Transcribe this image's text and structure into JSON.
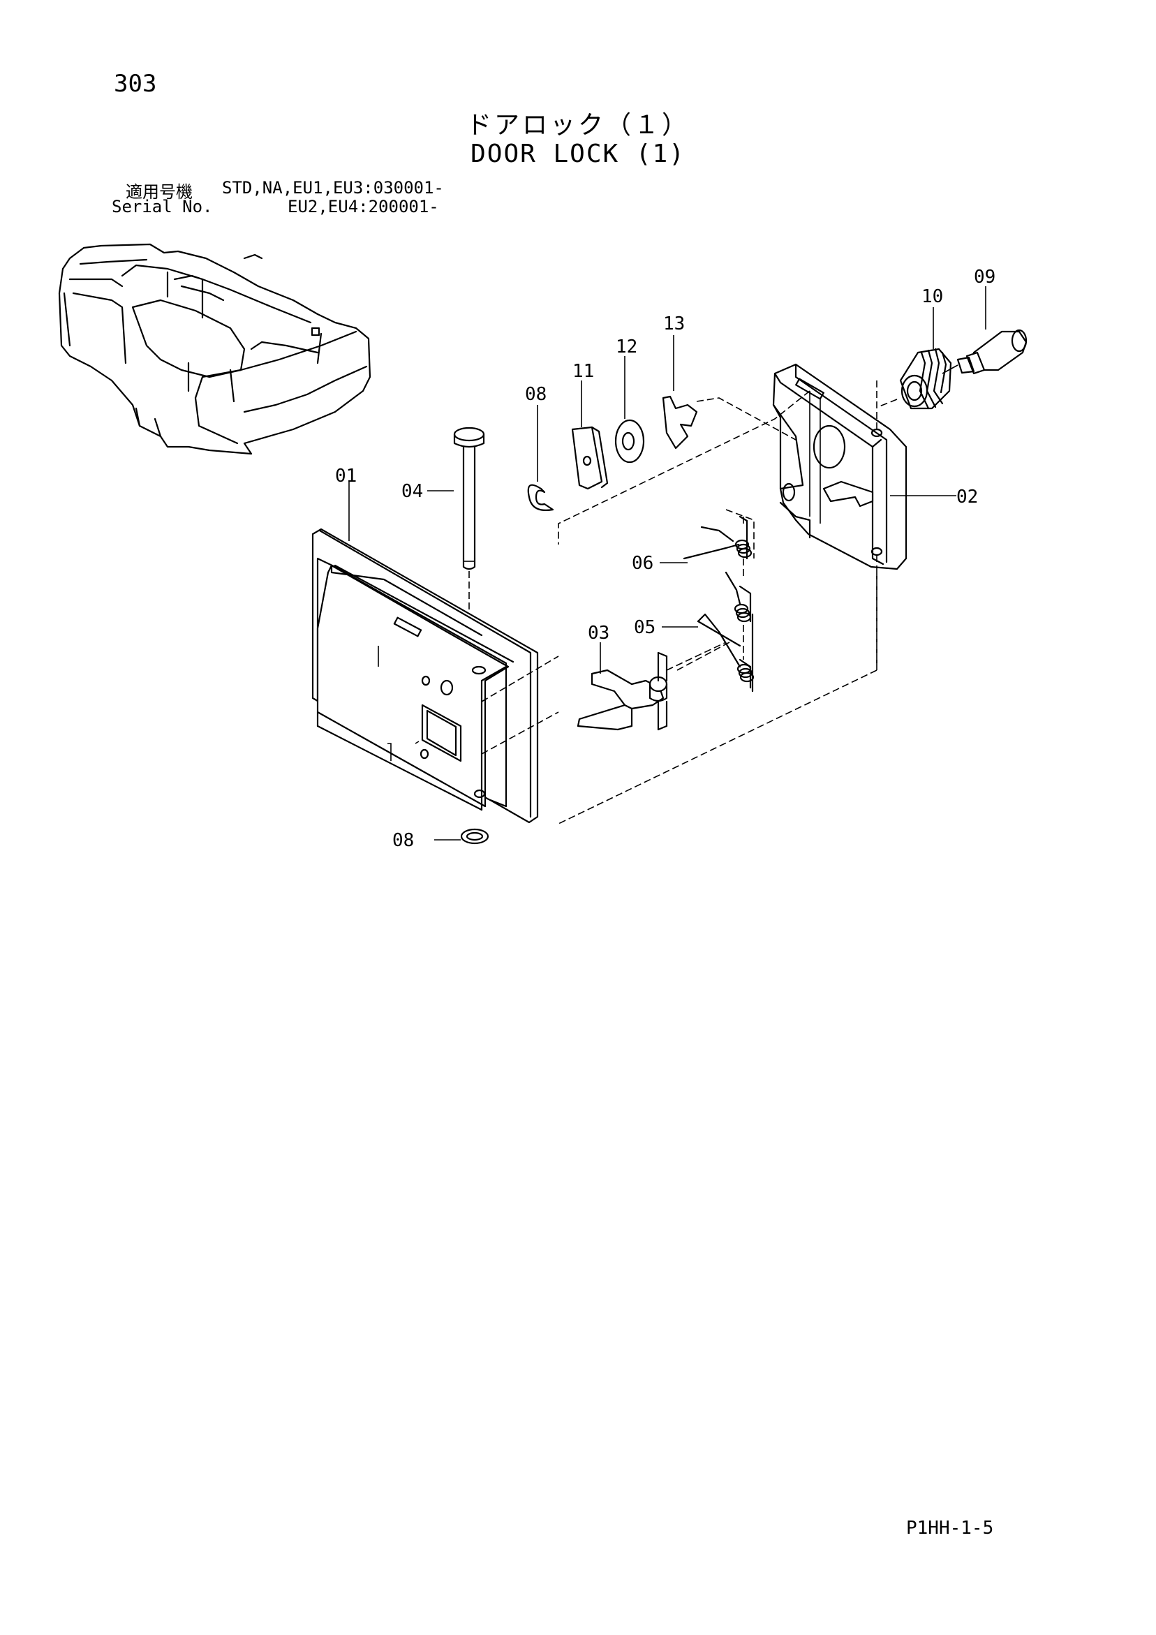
{
  "page_number": "303",
  "title_jp": "ドアロック（１）",
  "title_en": "DOOR LOCK (1)",
  "serial": {
    "label_jp": "適用号機",
    "label_en": "Serial No.",
    "range_1": "STD,NA,EU1,EU3:030001-",
    "range_2": "EU2,EU4:200001-"
  },
  "parts": [
    {
      "id": "p01",
      "label": "01"
    },
    {
      "id": "p02",
      "label": "02"
    },
    {
      "id": "p03",
      "label": "03"
    },
    {
      "id": "p04",
      "label": "04"
    },
    {
      "id": "p05",
      "label": "05"
    },
    {
      "id": "p06",
      "label": "06"
    },
    {
      "id": "p08a",
      "label": "08"
    },
    {
      "id": "p08b",
      "label": "08"
    },
    {
      "id": "p09",
      "label": "09"
    },
    {
      "id": "p10",
      "label": "10"
    },
    {
      "id": "p11",
      "label": "11"
    },
    {
      "id": "p12",
      "label": "12"
    },
    {
      "id": "p13",
      "label": "13"
    }
  ],
  "page_code": "P1HH-1-5"
}
